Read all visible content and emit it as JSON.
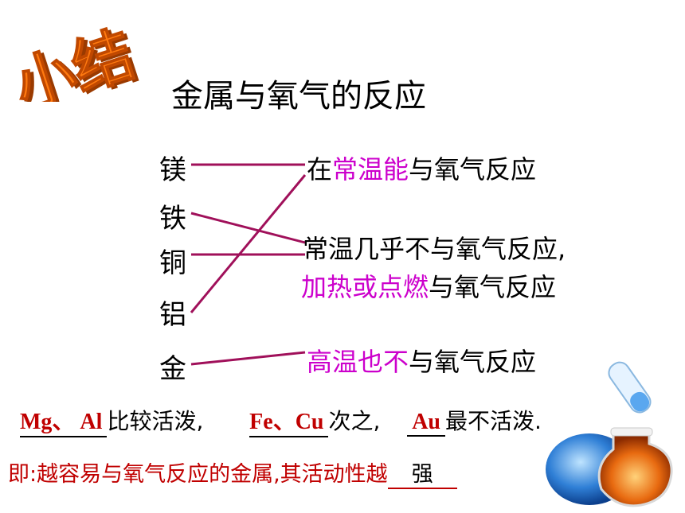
{
  "logo": {
    "text": "小结"
  },
  "title": "金属与氧气的反应",
  "metals": [
    "镁",
    "铁",
    "铜",
    "铝",
    "金"
  ],
  "reactions": {
    "r1": {
      "pre": "在",
      "hl": "常温能",
      "post": "与氧气反应"
    },
    "r2_line1": "常温几乎不与氧气反应,",
    "r2_line2": {
      "hl": "加热或点燃",
      "post": "与氧气反应"
    },
    "r3": {
      "hl": "高温也不",
      "post": "与氧气反应"
    }
  },
  "summary": {
    "blank1": "Mg、 Al",
    "text1": "比较活泼,",
    "blank2": "Fe、Cu",
    "text2": "次之,",
    "blank3": "Au",
    "text3": "最不活泼."
  },
  "conclusion": {
    "prefix": "即:越容易与氧气反应的金属,其活动性越",
    "answer": "强"
  },
  "colors": {
    "highlight": "#cc00cc",
    "line": "#a0105a",
    "dark_red": "#c00000",
    "logo": "#ff6a00"
  }
}
